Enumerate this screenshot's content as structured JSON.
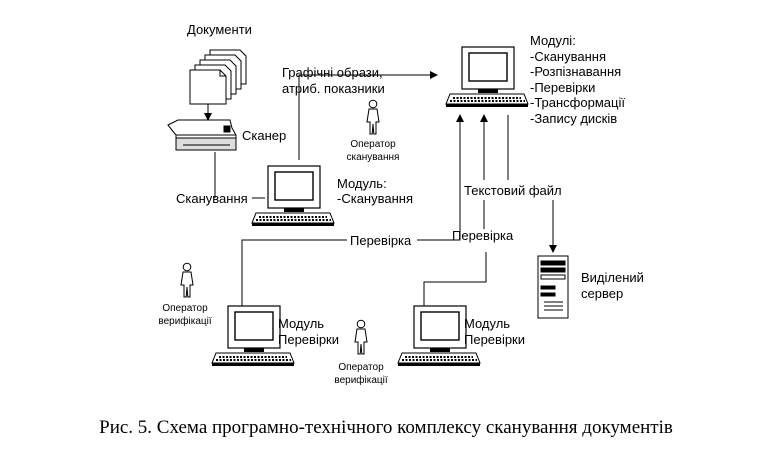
{
  "documents_label": "Документи",
  "scanner_label": "Сканер",
  "scan_edge_label": "Сканування",
  "images_label": {
    "line1": "Графічні образи,",
    "line2": "атриб. показники"
  },
  "operator_scan": {
    "line1": "Оператор",
    "line2": "сканування"
  },
  "module_scan": {
    "line1": "Модуль:",
    "line2": "-Сканування"
  },
  "modules_main": {
    "title": "Модулі:",
    "items": [
      "-Сканування",
      "-Розпізнавання",
      "-Перевірки",
      "-Трансформації",
      "-Запису дисків"
    ]
  },
  "text_file_label": "Текстовий файл",
  "check_label_left": "Перевірка",
  "check_label_right": "Перевірка",
  "server_label": {
    "line1": "Виділений",
    "line2": "сервер"
  },
  "operator_verif_left": {
    "line1": "Оператор",
    "line2": "верифікації"
  },
  "operator_verif_right": {
    "line1": "Оператор",
    "line2": "верифікації"
  },
  "module_check_left": {
    "line1": "Модуль",
    "line2": "Перевірки"
  },
  "module_check_right": {
    "line1": "Модуль",
    "line2": "Перевірки"
  },
  "caption": "Рис. 5.  Схема  програмно-технічного комплексу сканування документів"
}
